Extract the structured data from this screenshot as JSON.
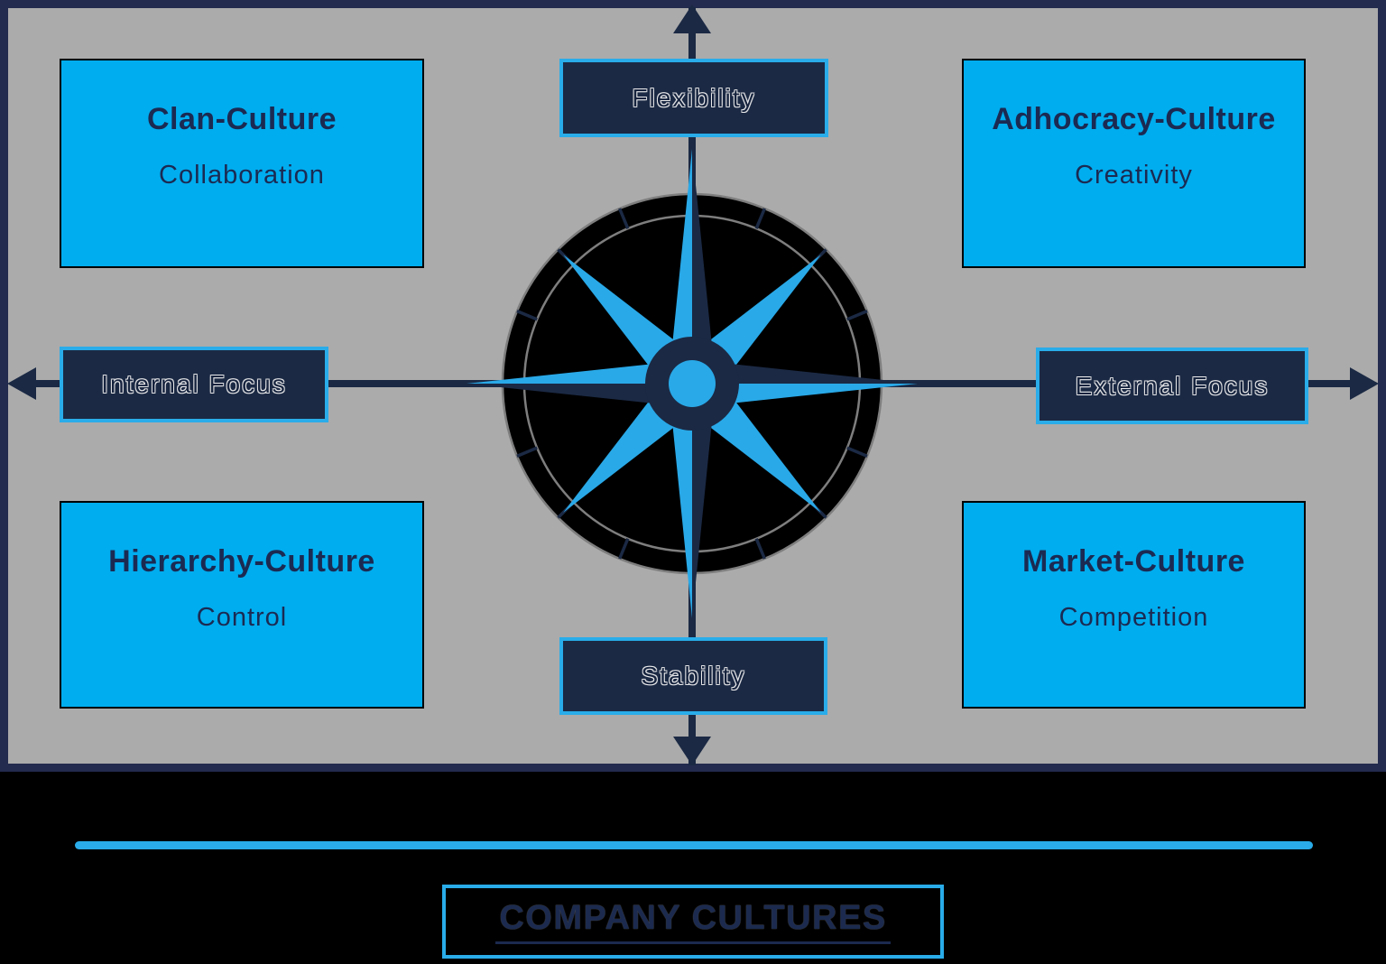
{
  "diagram": {
    "title": "COMPANY CULTURES",
    "quadrants": {
      "clan": {
        "title": "Clan-Culture",
        "subtitle": "Collaboration"
      },
      "adhocracy": {
        "title": "Adhocracy-Culture",
        "subtitle": "Creativity"
      },
      "hierarchy": {
        "title": "Hierarchy-Culture",
        "subtitle": "Control"
      },
      "market": {
        "title": "Market-Culture",
        "subtitle": "Competition"
      }
    },
    "axes": {
      "top": "Flexibility",
      "bottom": "Stability",
      "left": "Internal Focus",
      "right": "External Focus"
    },
    "icons": {
      "center": "compass-rose-icon",
      "axis_ends": [
        "arrow-up-icon",
        "arrow-down-icon",
        "arrow-left-icon",
        "arrow-right-icon"
      ]
    },
    "colors": {
      "background": "#000000",
      "panel_gray": "#ABABAB",
      "panel_border_navy": "#232B4E",
      "navy": "#1B2944",
      "cyan_fill": "#00ADEF",
      "cyan_accent": "#29ACE9",
      "text_navy": "#1B2A52",
      "ring_gray": "#7E7E7E"
    }
  }
}
